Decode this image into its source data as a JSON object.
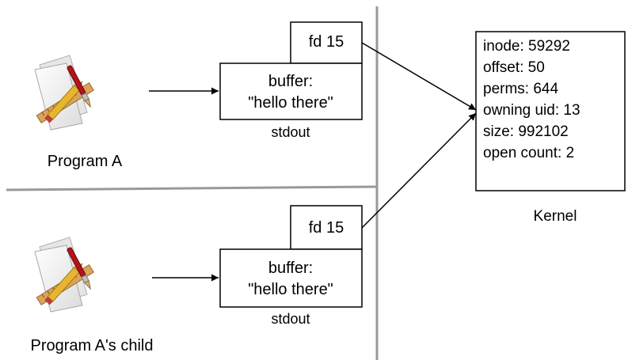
{
  "programs": [
    {
      "name": "Program A",
      "stdout": {
        "buffer_label": "buffer:",
        "buffer_value": "\"hello there\"",
        "caption": "stdout"
      },
      "fd_label": "fd 15"
    },
    {
      "name": "Program A's child",
      "stdout": {
        "buffer_label": "buffer:",
        "buffer_value": "\"hello there\"",
        "caption": "stdout"
      },
      "fd_label": "fd 15"
    }
  ],
  "kernel": {
    "caption": "Kernel",
    "entry": [
      "inode: 59292",
      "offset: 50",
      "perms: 644",
      "owning uid: 13",
      "size: 992102",
      "open count: 2"
    ]
  },
  "colors": {
    "divider": "#999999",
    "stroke": "#000000",
    "paper": "#f2f2f2",
    "ruler": "#d9a45a",
    "pencil": "#e8b530",
    "brush_handle": "#b5121b"
  },
  "icons": [
    "app-document-icon",
    "app-document-icon"
  ]
}
